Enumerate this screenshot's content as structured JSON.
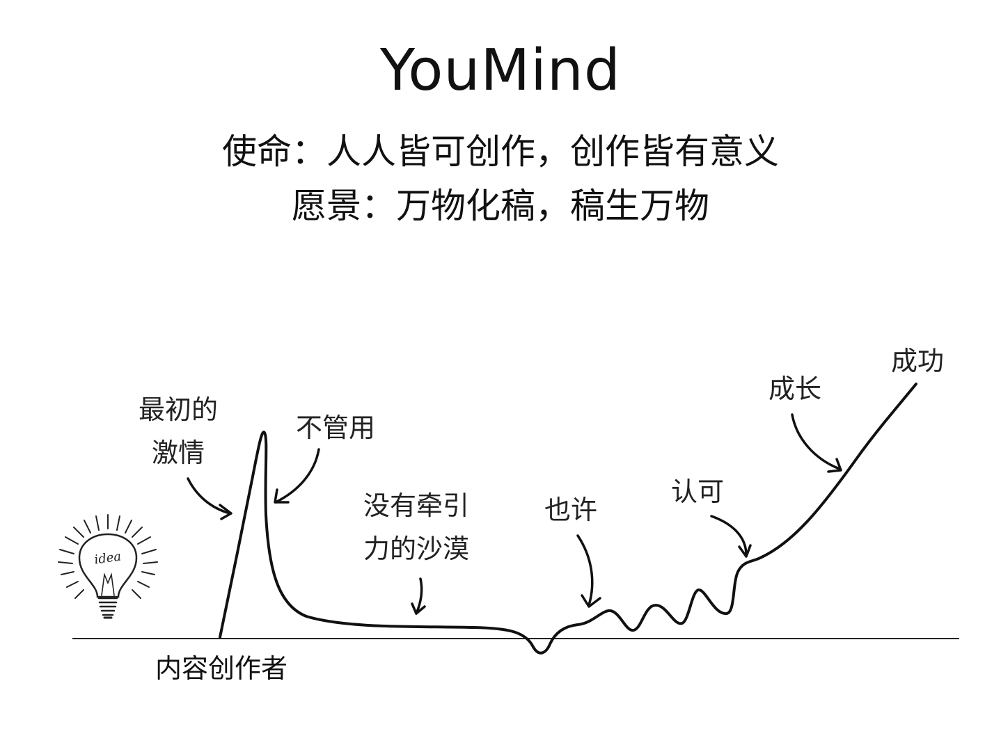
{
  "header": {
    "title": "YouMind",
    "mission": "使命：人人皆可创作，创作皆有意义",
    "vision": "愿景：万物化稿，稿生万物"
  },
  "diagram": {
    "idea_bulb_text": "idea",
    "labels": {
      "initial_passion_line1": "最初的",
      "initial_passion_line2": "激情",
      "not_working": "不管用",
      "desert_line1": "没有牵引",
      "desert_line2": "力的沙漠",
      "maybe": "也许",
      "recognition": "认可",
      "growth": "成长",
      "success": "成功",
      "creator": "内容创作者"
    },
    "colors": {
      "ink": "#111111",
      "background": "#ffffff"
    }
  }
}
